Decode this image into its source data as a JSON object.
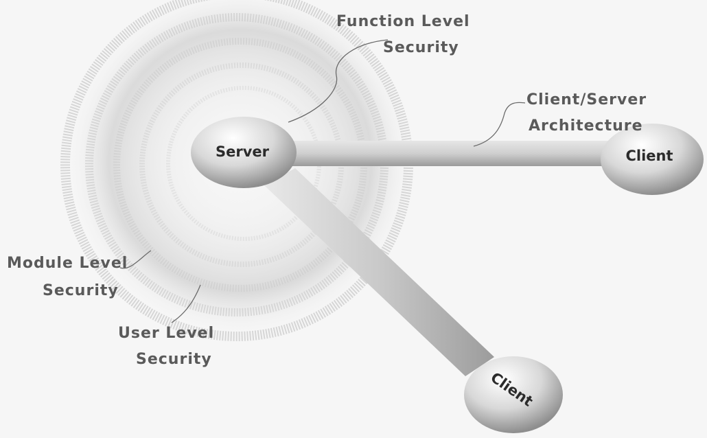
{
  "nodes": {
    "server": "Server",
    "client_right": "Client",
    "client_bottom": "Client"
  },
  "labels": {
    "function_level_1": "Function Level",
    "function_level_2": "Security",
    "client_server_1": "Client/Server",
    "client_server_2": "Architecture",
    "module_level_1": "Module Level",
    "module_level_2": "Security",
    "user_level_1": "User Level",
    "user_level_2": "Security"
  }
}
